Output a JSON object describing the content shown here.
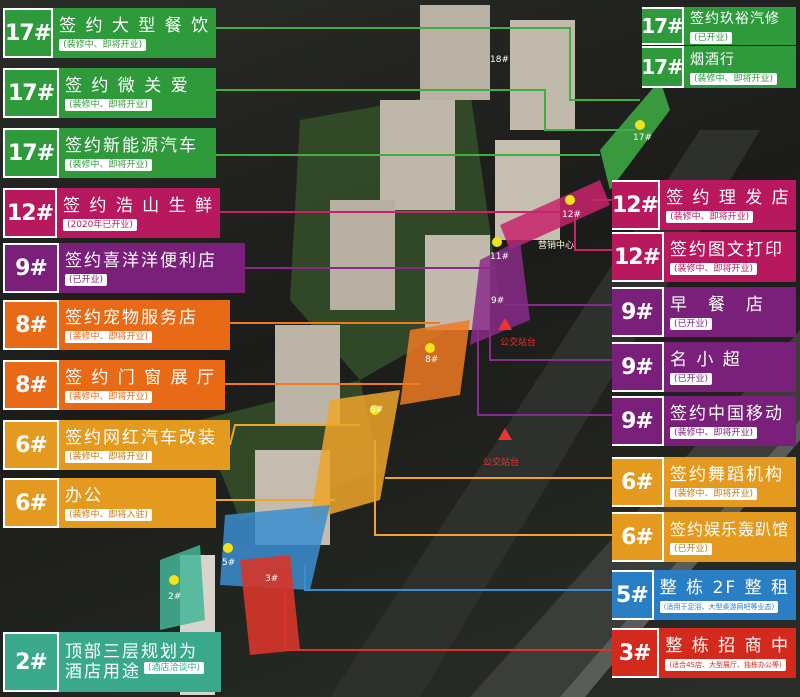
{
  "labels_left": [
    {
      "num": "17#",
      "main": "签 约 大 型 餐 饮",
      "sub": "(装修中、即将开业)",
      "color": "green"
    },
    {
      "num": "17#",
      "main": "签 约 微 关 爱",
      "sub": "(装修中、即将开业)",
      "color": "green"
    },
    {
      "num": "17#",
      "main": "签约新能源汽车",
      "sub": "(装修中、即将开业)",
      "color": "green"
    },
    {
      "num": "12#",
      "main": "签 约 浩 山 生 鲜",
      "sub": "(2020年已开业)",
      "color": "magenta"
    },
    {
      "num": "9#",
      "main": "签约喜洋洋便利店",
      "sub": "(已开业)",
      "color": "purple"
    },
    {
      "num": "8#",
      "main": "签约宠物服务店",
      "sub": "(装修中、即将开业)",
      "color": "orange"
    },
    {
      "num": "8#",
      "main": "签 约 门 窗 展 厅",
      "sub": "(装修中、即将开业)",
      "color": "orange"
    },
    {
      "num": "6#",
      "main": "签约网红汽车改装",
      "sub": "(装修中、即将开业)",
      "color": "amber"
    },
    {
      "num": "6#",
      "main": "办公",
      "sub": "(装修中、即将入驻)",
      "color": "amber"
    }
  ],
  "label_bottom_left": {
    "num": "2#",
    "main1": "顶部三层规划为",
    "main2": "酒店用途",
    "sub": "(酒店洽谈中)",
    "color": "teal"
  },
  "labels_right": [
    {
      "num": "17#",
      "main": "签约玖裕汽修",
      "sub": "(已开业)",
      "color": "green"
    },
    {
      "num": "17#",
      "main": "烟酒行",
      "sub": "(装修中、即将开业)",
      "color": "green"
    },
    {
      "num": "12#",
      "main": "签 约 理 发 店",
      "sub": "(装修中、即将开业)",
      "color": "magenta"
    },
    {
      "num": "12#",
      "main": "签约图文打印",
      "sub": "(装修中、即将开业)",
      "color": "magenta"
    },
    {
      "num": "9#",
      "main": "早　餐　店",
      "sub": "(已开业)",
      "color": "purple"
    },
    {
      "num": "9#",
      "main": "名 小 超",
      "sub": "(已开业)",
      "color": "purple"
    },
    {
      "num": "9#",
      "main": "签约中国移动",
      "sub": "(装修中、即将开业)",
      "color": "purple"
    },
    {
      "num": "6#",
      "main": "签约舞蹈机构",
      "sub": "(装修中、即将开业)",
      "color": "amber"
    },
    {
      "num": "6#",
      "main": "签约娱乐轰趴馆",
      "sub": "(已开业)",
      "color": "amber"
    },
    {
      "num": "5#",
      "main": "整 栋 2F 整 租",
      "sub": "(适用于足浴、大型桌游网吧等业态)",
      "color": "blue"
    },
    {
      "num": "3#",
      "main": "整 栋 招 商 中",
      "sub": "(适合4S店、大型展厅、独栋办公等)",
      "color": "red"
    }
  ],
  "map": {
    "building_tags": [
      "18#",
      "17#",
      "12#",
      "11#",
      "9#",
      "8#",
      "6#",
      "5#",
      "3#",
      "2#"
    ],
    "sales_center": "营销中心",
    "bus_stop_1": "公交站台",
    "bus_stop_2": "公交站台"
  },
  "colors": {
    "green": "#2f9a3c",
    "magenta": "#b8195e",
    "purple": "#7a1f7a",
    "orange": "#e86a17",
    "amber": "#e39a1f",
    "blue": "#2a7fc4",
    "red": "#d42a1e",
    "teal": "#3aa98b"
  }
}
